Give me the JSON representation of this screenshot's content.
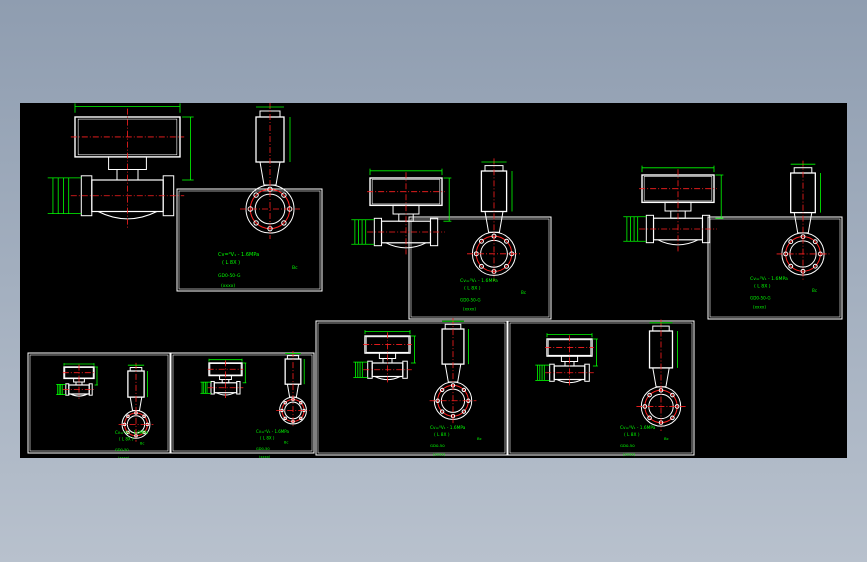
{
  "sheets": [
    {
      "id": "sheet-1",
      "note_line1": "Cv=⁰V₁ - 1.6MPa",
      "note_line2": "( L 8X )",
      "code": "GD0-50-G",
      "sub": "(xxxx)",
      "mark": "Bc"
    },
    {
      "id": "sheet-2",
      "note_line1": "Cv=⁰V₁ - 1.6MPa",
      "note_line2": "( L 8X )",
      "code": "GD0-50-G",
      "sub": "(xxxx)",
      "mark": "Bc"
    },
    {
      "id": "sheet-3",
      "note_line1": "Cv=⁰V₁ - 1.6MPa",
      "note_line2": "( L 8X )",
      "code": "GD0-50-G",
      "sub": "(xxxx)",
      "mark": "Bc"
    },
    {
      "id": "sheet-4",
      "note_line1": "Cv=⁰V₁ - 1.6MPa",
      "note_line2": "( L 8X )",
      "code": "GD0-50",
      "sub": "(xxxx)",
      "mark": "Bc"
    },
    {
      "id": "sheet-5",
      "note_line1": "Cv=⁰V₁ - 1.6MPa",
      "note_line2": "( L 8X )",
      "code": "GD0-50",
      "sub": "(xxxx)",
      "mark": "Bc"
    },
    {
      "id": "sheet-6",
      "note_line1": "Cv=⁰V₁ - 1.6MPa",
      "note_line2": "( L 8X )",
      "code": "GD0-50",
      "sub": "(xxxx)",
      "mark": "Bc"
    },
    {
      "id": "sheet-7",
      "note_line1": "Cv=⁰V₁ - 1.6MPa",
      "note_line2": "( L 8X )",
      "code": "GD0-50",
      "sub": "(xxxx)",
      "mark": "Bc"
    }
  ],
  "colors": {
    "background": "#000000",
    "frame": "#ffffff",
    "outline": "#ffffff",
    "centerline": "#ff2020",
    "dimension": "#00ff00"
  }
}
